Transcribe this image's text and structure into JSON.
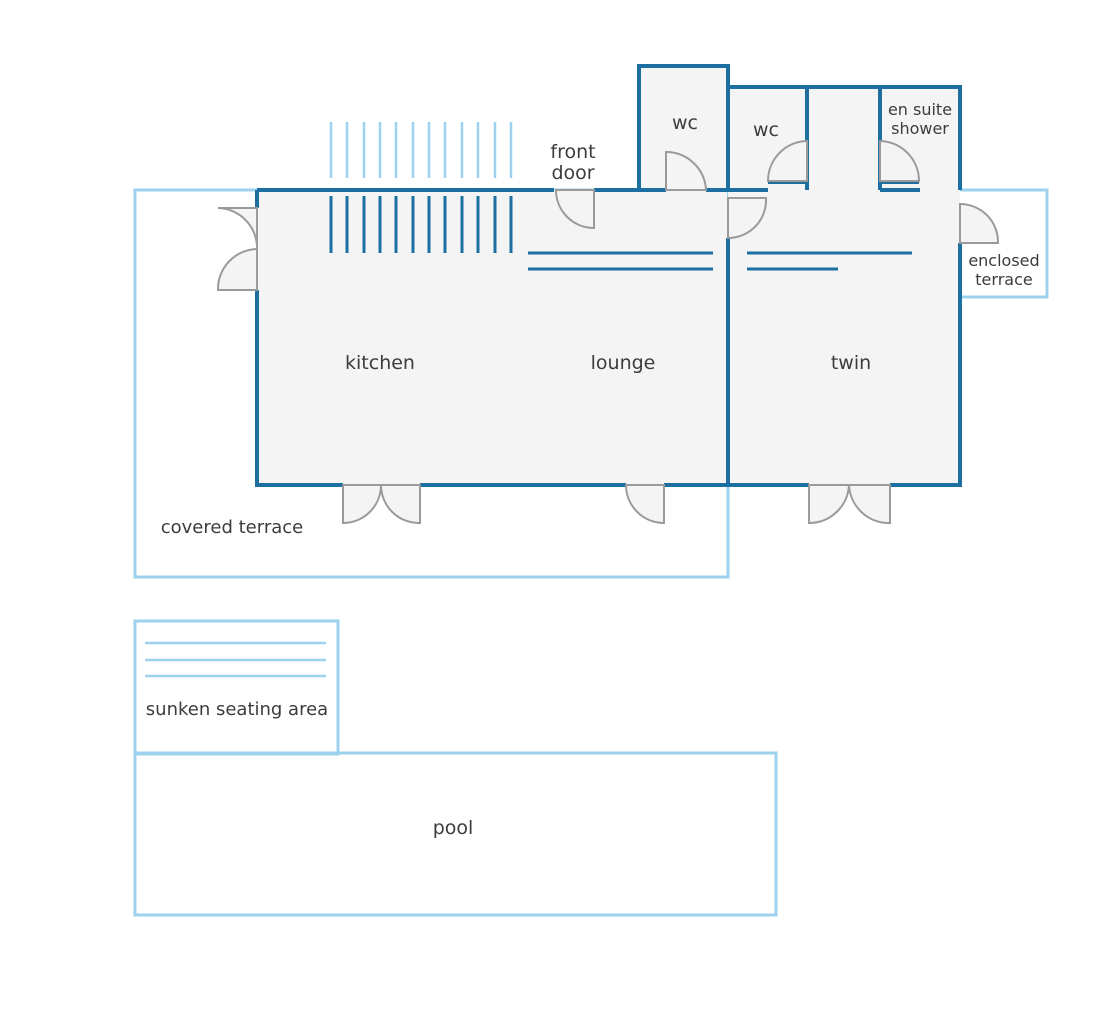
{
  "colors": {
    "wall": "#1c6fa0",
    "outdoor_outline": "#9dd2ee",
    "room_fill": "#f4f4f4",
    "pool_fill": "#c3e2f6",
    "door": "#9a9a9a",
    "text": "#3c3c3c"
  },
  "labels": {
    "kitchen": "kitchen",
    "lounge": "lounge",
    "twin": "twin",
    "wc_left": "wc",
    "wc_right": "wc",
    "front_door_1": "front",
    "front_door_2": "door",
    "ensuite_1": "en suite",
    "ensuite_2": "shower",
    "enclosed_1": "enclosed",
    "enclosed_2": "terrace",
    "covered_terrace": "covered terrace",
    "sunken_seating": "sunken seating area",
    "pool": "pool"
  }
}
